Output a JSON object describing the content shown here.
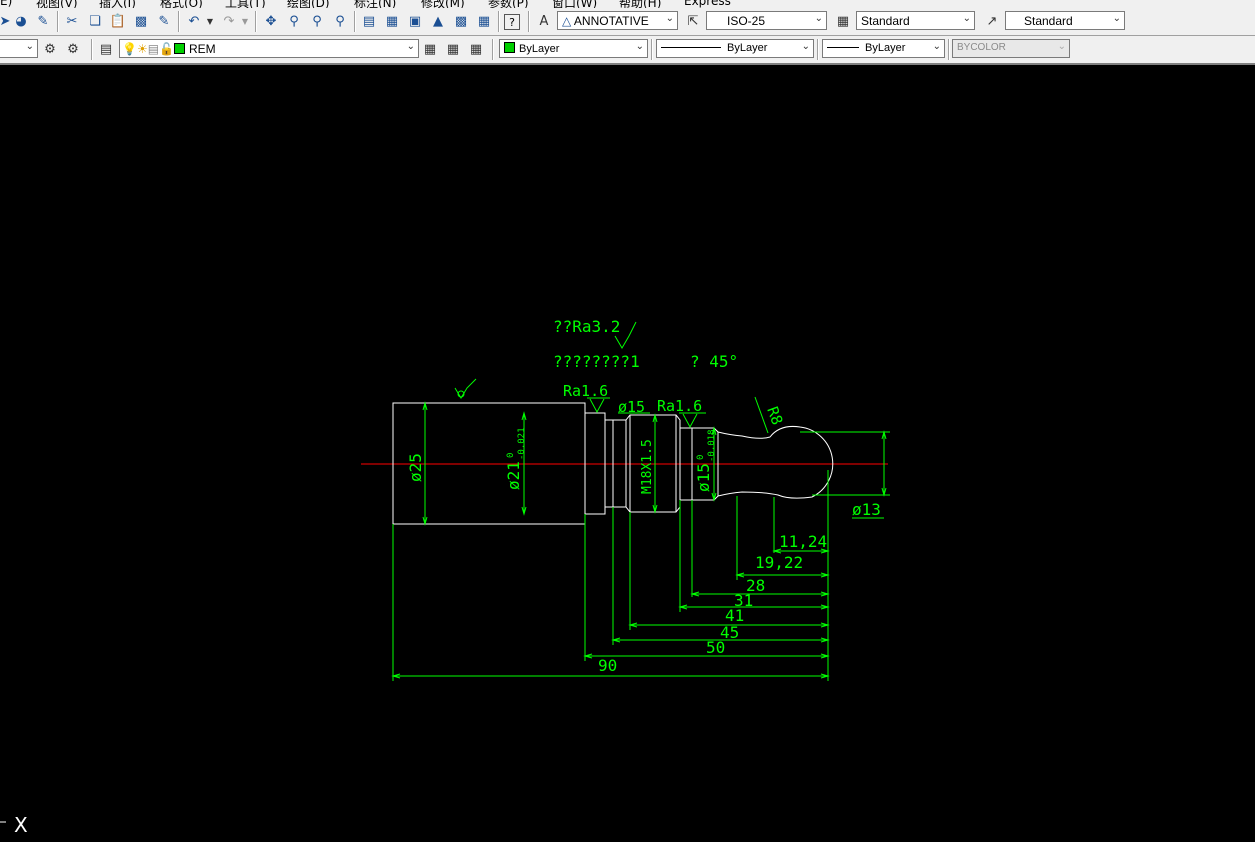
{
  "menus": [
    "E)",
    "视图(V)",
    "插入(I)",
    "格式(O)",
    "工具(T)",
    "绘图(D)",
    "标注(N)",
    "修改(M)",
    "参数(P)",
    "窗口(W)",
    "帮助(H)",
    "Express"
  ],
  "styles": {
    "text_style": "ANNOTATIVE",
    "dim_style": "ISO-25",
    "table_style": "Standard",
    "mleader_style": "Standard"
  },
  "layers": {
    "current_layer": "REM",
    "color": "ByLayer",
    "linetype": "ByLayer",
    "lineweight": "ByLayer",
    "plot_style": "BYCOLOR"
  },
  "colors": {
    "drawing": "#00ff00",
    "centerline": "#ff0000",
    "geometry": "#ffffff",
    "background": "#000000"
  },
  "drawing": {
    "surface_note": "??Ra3.2",
    "tech_note": "????????1",
    "chamfer_note": "? 45°",
    "roughness_labels": [
      "Ra1.6",
      "Ra1.6"
    ],
    "diameters": {
      "d25": "ø25",
      "d21": "ø21",
      "d21_tol_upper": "0",
      "d21_tol_lower": "-0.021",
      "d15_top": "ø15",
      "thread": "M18X1.5",
      "d15": "ø15",
      "d15_tol_upper": "0",
      "d15_tol_lower": "-0.018",
      "d13": "ø13",
      "radius": "R8"
    },
    "lengths": [
      "11,24",
      "19,22",
      "28",
      "31",
      "41",
      "45",
      "50",
      "90"
    ]
  },
  "ucs_icon": "X"
}
